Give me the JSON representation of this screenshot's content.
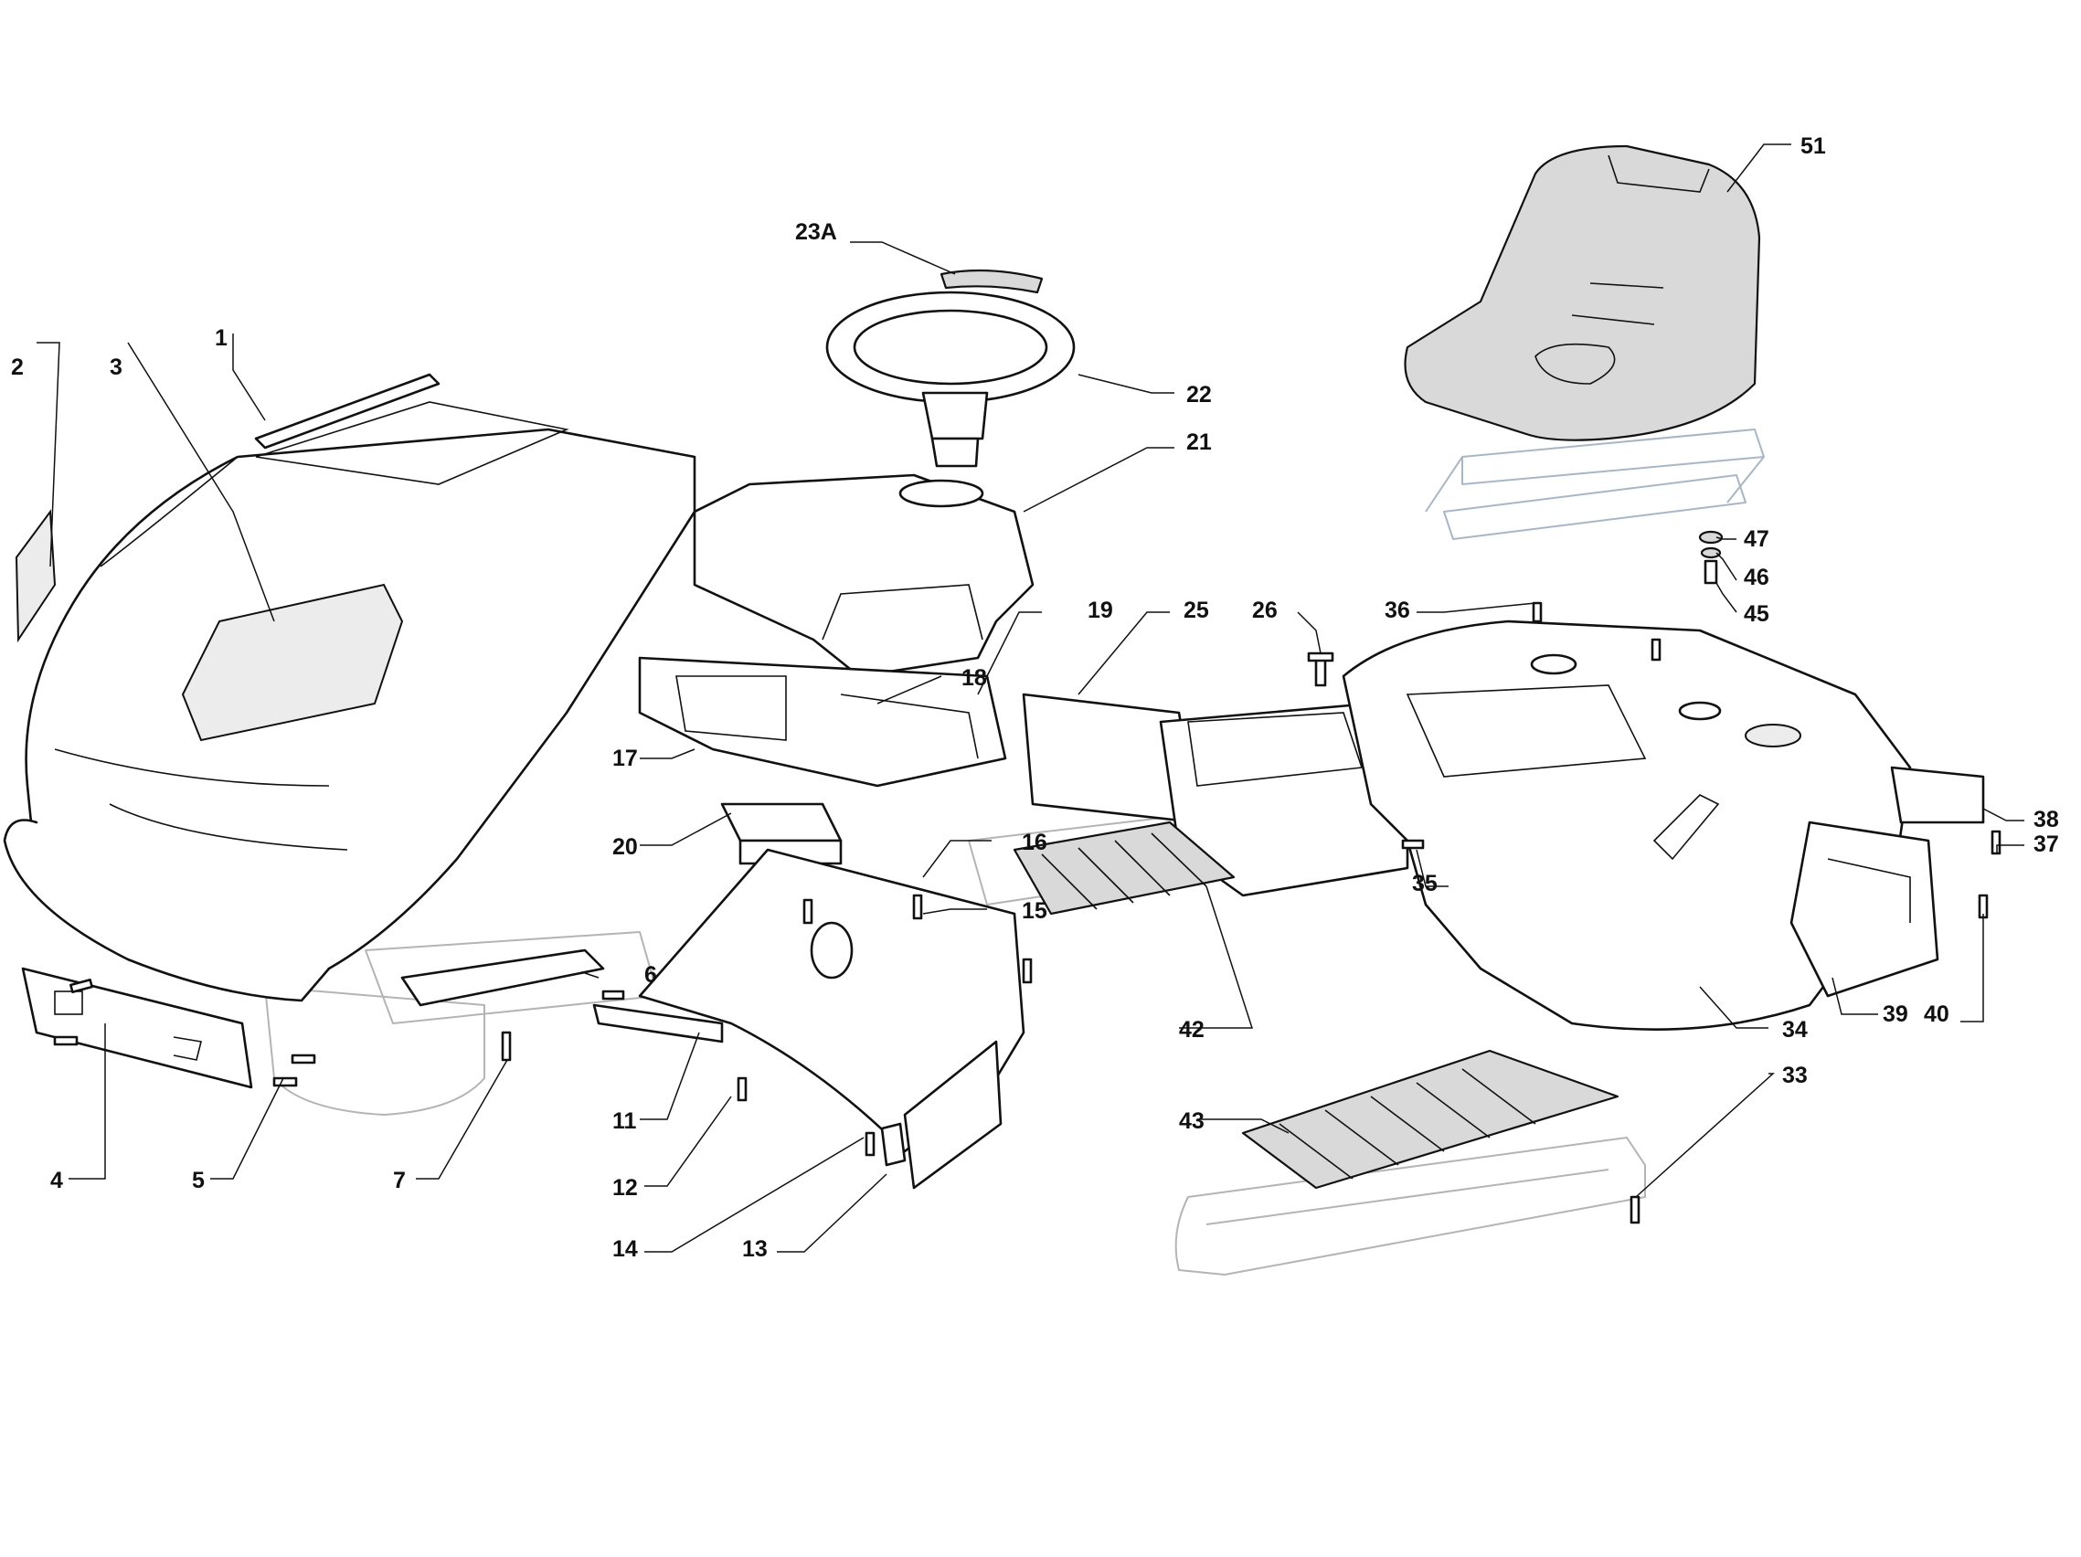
{
  "callouts": [
    {
      "id": "1",
      "text": "1"
    },
    {
      "id": "2",
      "text": "2"
    },
    {
      "id": "3",
      "text": "3"
    },
    {
      "id": "4",
      "text": "4"
    },
    {
      "id": "5",
      "text": "5"
    },
    {
      "id": "6",
      "text": "6"
    },
    {
      "id": "7",
      "text": "7"
    },
    {
      "id": "11",
      "text": "11"
    },
    {
      "id": "12",
      "text": "12"
    },
    {
      "id": "13",
      "text": "13"
    },
    {
      "id": "14",
      "text": "14"
    },
    {
      "id": "15",
      "text": "15"
    },
    {
      "id": "16",
      "text": "16"
    },
    {
      "id": "17",
      "text": "17"
    },
    {
      "id": "18",
      "text": "18"
    },
    {
      "id": "19",
      "text": "19"
    },
    {
      "id": "20",
      "text": "20"
    },
    {
      "id": "21",
      "text": "21"
    },
    {
      "id": "22",
      "text": "22"
    },
    {
      "id": "23A",
      "text": "23A"
    },
    {
      "id": "25",
      "text": "25"
    },
    {
      "id": "26",
      "text": "26"
    },
    {
      "id": "33",
      "text": "33"
    },
    {
      "id": "34",
      "text": "34"
    },
    {
      "id": "35",
      "text": "35"
    },
    {
      "id": "36",
      "text": "36"
    },
    {
      "id": "37",
      "text": "37"
    },
    {
      "id": "38",
      "text": "38"
    },
    {
      "id": "39",
      "text": "39"
    },
    {
      "id": "40",
      "text": "40"
    },
    {
      "id": "42",
      "text": "42"
    },
    {
      "id": "43",
      "text": "43"
    },
    {
      "id": "45",
      "text": "45"
    },
    {
      "id": "46",
      "text": "46"
    },
    {
      "id": "47",
      "text": "47"
    },
    {
      "id": "51",
      "text": "51"
    }
  ]
}
